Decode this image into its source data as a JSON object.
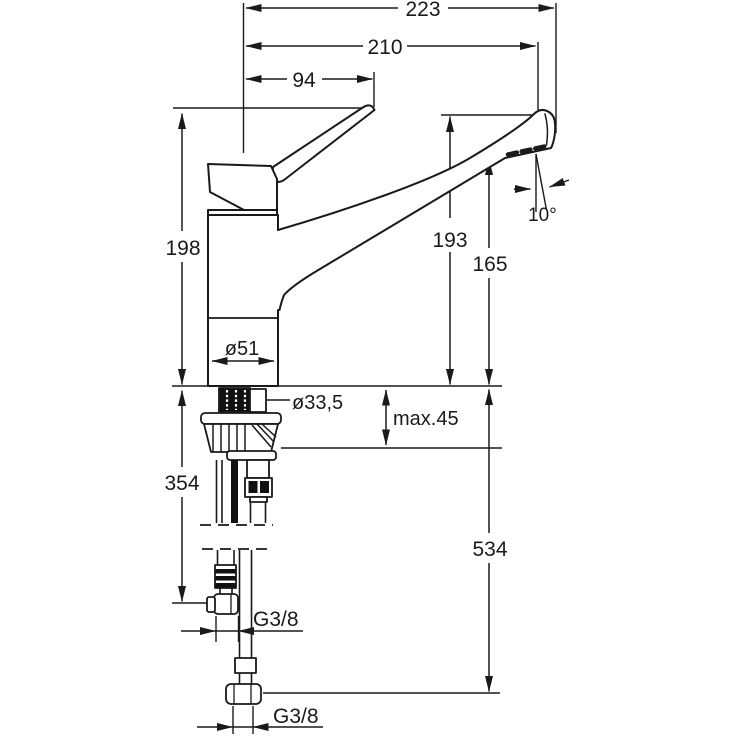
{
  "drawing": {
    "title": "kitchen-faucet-dimension-drawing",
    "colors": {
      "line": "#1a1a1a",
      "background": "#ffffff",
      "fill": "#ffffff",
      "dark_fill": "#111111"
    },
    "dims": {
      "total_width": "223",
      "spout_reach": "210",
      "handle_length": "94",
      "body_height": "198",
      "spout_top_height": "193",
      "outlet_height": "165",
      "outlet_angle": "10°",
      "body_diameter": "ø51",
      "shank_diameter": "ø33,5",
      "max_deck_thickness": "max.45",
      "hose_length_below": "354",
      "pipe_length_below": "534",
      "hose_thread": "G3/8",
      "pipe_thread": "G3/8"
    }
  }
}
